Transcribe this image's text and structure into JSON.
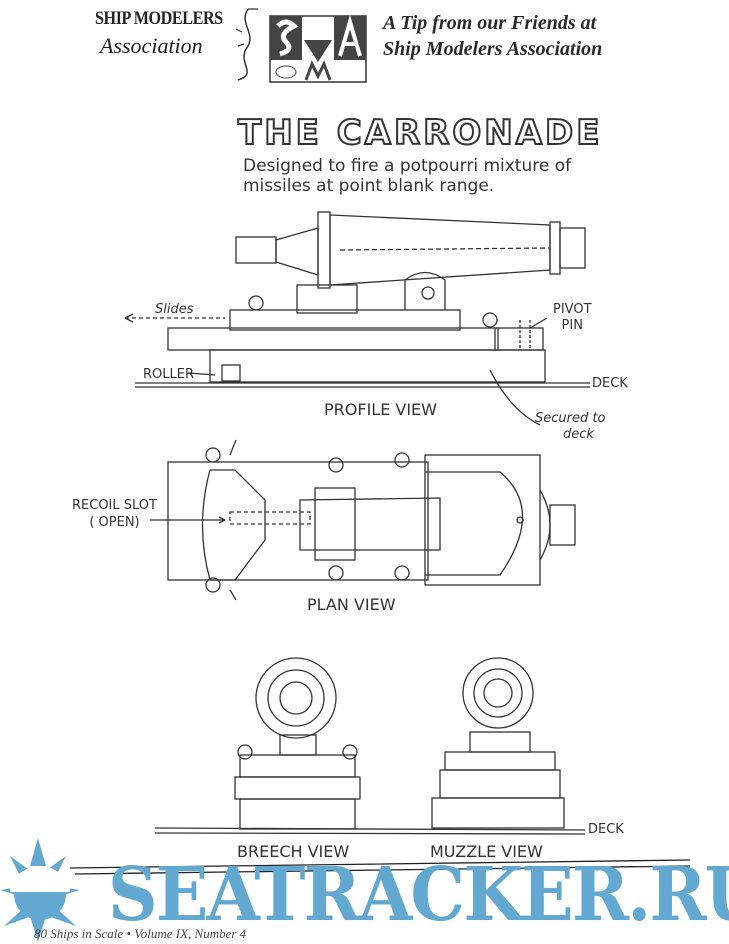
{
  "header": {
    "logo_line1": "SHIP MODELERS",
    "logo_line2": "Association",
    "logo_letters": "SMA",
    "tip_line1": "A Tip from our Friends at",
    "tip_line2": "Ship Modelers Association"
  },
  "drawing": {
    "title": "THE CARRONADE",
    "subtitle_line1": "Designed to fire a potpourri mixture of",
    "subtitle_line2": "missiles at point blank range.",
    "labels": {
      "slides": "Slides",
      "pivot_pin_1": "PIVOT",
      "pivot_pin_2": "PIN",
      "roller": "ROLLER",
      "deck_profile": "DECK",
      "profile_view": "PROFILE VIEW",
      "secured_1": "Secured to",
      "secured_2": "deck",
      "recoil_1": "RECOIL SLOT",
      "recoil_2": "( OPEN)",
      "plan_view": "PLAN VIEW",
      "deck_end": "DECK",
      "breech_view": "BREECH VIEW",
      "muzzle_view": "MUZZLE VIEW"
    }
  },
  "footer": {
    "page_info": "80  Ships in Scale • Volume IX, Number 4"
  },
  "watermark": {
    "text": "SEATRACKER.RU",
    "color": "#62a8d0"
  }
}
